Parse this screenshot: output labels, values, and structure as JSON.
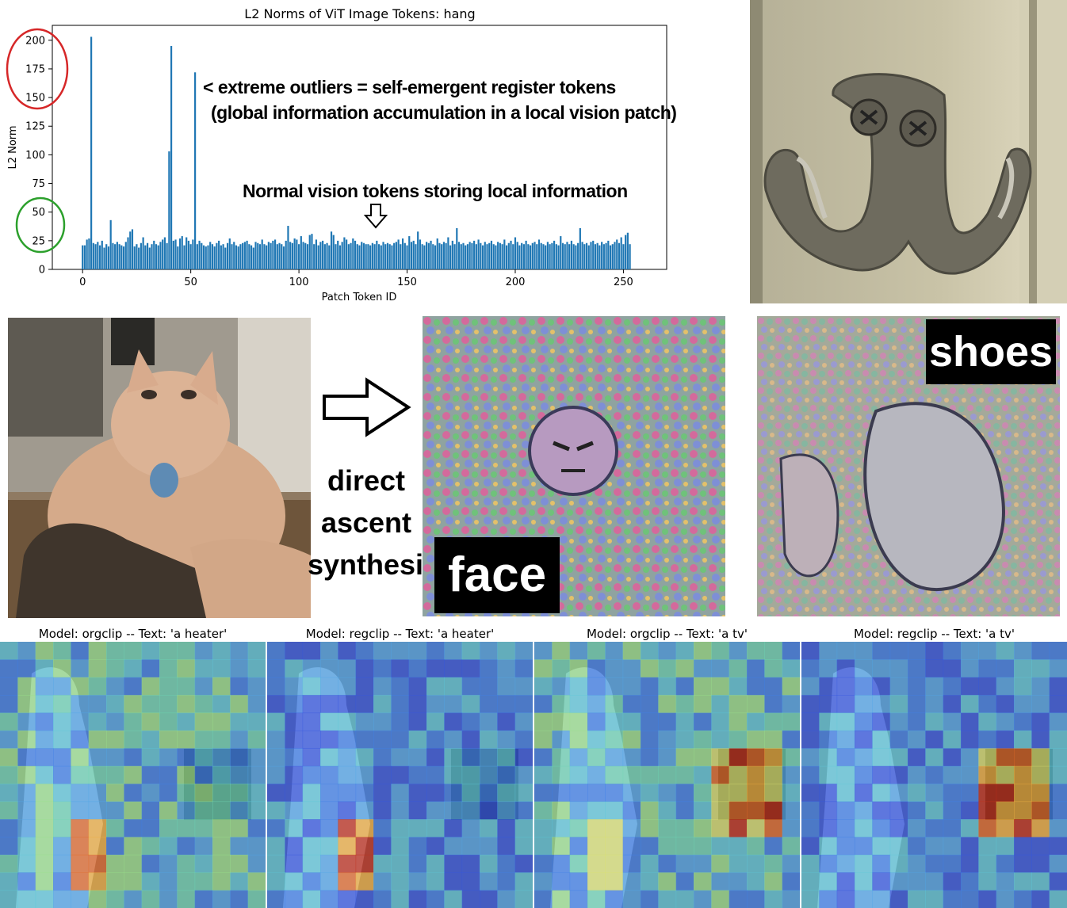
{
  "chart_data": {
    "type": "bar",
    "title": "L2 Norms of ViT Image Tokens: hang",
    "xlabel": "Patch Token ID",
    "ylabel": "L2 Norm",
    "xlim": [
      -14,
      270
    ],
    "ylim": [
      0,
      213
    ],
    "xticks": [
      "0",
      "50",
      "100",
      "150",
      "200",
      "250"
    ],
    "yticks": [
      "0",
      "25",
      "50",
      "75",
      "100",
      "125",
      "150",
      "175",
      "200"
    ],
    "color": "#1f77b4",
    "values": [
      21,
      21,
      26,
      27,
      203,
      23,
      22,
      24,
      21,
      25,
      19,
      22,
      20,
      43,
      23,
      22,
      24,
      22,
      21,
      20,
      24,
      28,
      33,
      35,
      20,
      22,
      19,
      23,
      28,
      21,
      23,
      19,
      22,
      25,
      22,
      21,
      24,
      26,
      28,
      23,
      103,
      195,
      25,
      26,
      20,
      27,
      29,
      21,
      28,
      25,
      22,
      26,
      172,
      22,
      25,
      23,
      21,
      20,
      21,
      24,
      22,
      20,
      23,
      25,
      21,
      22,
      19,
      23,
      27,
      22,
      24,
      21,
      20,
      22,
      23,
      24,
      25,
      22,
      21,
      19,
      24,
      23,
      22,
      26,
      22,
      21,
      24,
      23,
      25,
      26,
      22,
      23,
      22,
      20,
      25,
      38,
      24,
      23,
      27,
      26,
      22,
      29,
      24,
      23,
      22,
      30,
      31,
      22,
      26,
      21,
      24,
      25,
      22,
      23,
      21,
      33,
      30,
      22,
      25,
      21,
      24,
      28,
      26,
      22,
      23,
      27,
      25,
      22,
      21,
      24,
      23,
      22,
      22,
      21,
      23,
      22,
      25,
      22,
      21,
      24,
      22,
      23,
      22,
      21,
      23,
      24,
      26,
      22,
      27,
      23,
      21,
      29,
      24,
      25,
      22,
      33,
      26,
      22,
      21,
      24,
      23,
      25,
      22,
      21,
      27,
      23,
      22,
      24,
      23,
      28,
      21,
      25,
      22,
      36,
      24,
      22,
      23,
      21,
      22,
      24,
      23,
      25,
      22,
      26,
      23,
      21,
      24,
      22,
      23,
      25,
      22,
      21,
      24,
      23,
      22,
      26,
      21,
      23,
      25,
      22,
      28,
      24,
      21,
      23,
      22,
      25,
      22,
      21,
      23,
      24,
      22,
      26,
      23,
      22,
      21,
      24,
      22,
      23,
      25,
      22,
      21,
      29,
      23,
      22,
      24,
      22,
      25,
      22,
      21,
      23,
      36,
      24,
      22,
      23,
      21,
      24,
      25,
      22,
      23,
      21,
      24,
      22,
      23,
      25,
      21,
      22,
      24,
      26,
      23,
      28,
      22,
      30,
      32,
      22
    ]
  },
  "annotations": {
    "outliers_line1": "< extreme outliers = self-emergent register tokens",
    "outliers_line2": "(global information accumulation in a local vision patch)",
    "normal": "Normal vision tokens storing local information"
  },
  "synthesis": {
    "line1": "direct",
    "line2": "ascent",
    "line3": "synthesis",
    "label_face": "face",
    "label_shoes": "shoes"
  },
  "heatmaps": [
    {
      "title": "Model: orgclip -- Text: 'a heater'"
    },
    {
      "title": "Model: regclip -- Text: 'a heater'"
    },
    {
      "title": "Model: orgclip -- Text: 'a tv'"
    },
    {
      "title": "Model: regclip -- Text: 'a tv'"
    }
  ],
  "colors": {
    "bar": "#1f77b4",
    "circle_outlier": "#d62728",
    "circle_normal": "#2ca02c"
  }
}
